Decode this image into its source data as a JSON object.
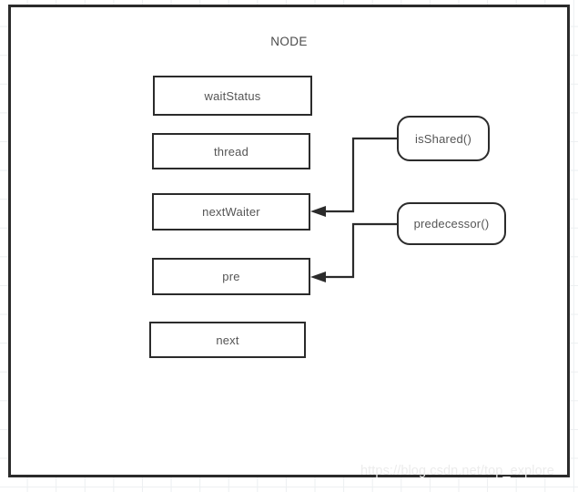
{
  "diagram": {
    "title": "NODE",
    "frame": {
      "label": "node-outer-frame"
    },
    "fields": [
      {
        "label": "waitStatus",
        "name": "field-box-waitstatus"
      },
      {
        "label": "thread",
        "name": "field-box-thread"
      },
      {
        "label": "nextWaiter",
        "name": "field-box-nextwaiter"
      },
      {
        "label": "pre",
        "name": "field-box-pre"
      },
      {
        "label": "next",
        "name": "field-box-next"
      }
    ],
    "methods": [
      {
        "label": "isShared()",
        "name": "method-oval-isshared",
        "target": "nextWaiter"
      },
      {
        "label": "predecessor()",
        "name": "method-oval-predecessor",
        "target": "pre"
      }
    ],
    "connectors": [
      {
        "name": "connector-isshared-to-nextwaiter",
        "from": "isShared()",
        "to": "nextWaiter"
      },
      {
        "name": "connector-predecessor-to-pre",
        "from": "predecessor()",
        "to": "pre"
      }
    ],
    "colors": {
      "stroke": "#2b2b2b",
      "text": "#555555",
      "title_text": "#4a4a4a",
      "background": "#ffffff",
      "grid": "#eceff1",
      "watermark": "#ececec"
    }
  },
  "watermark": {
    "text": "https://blog.csdn.net/top_explore"
  }
}
